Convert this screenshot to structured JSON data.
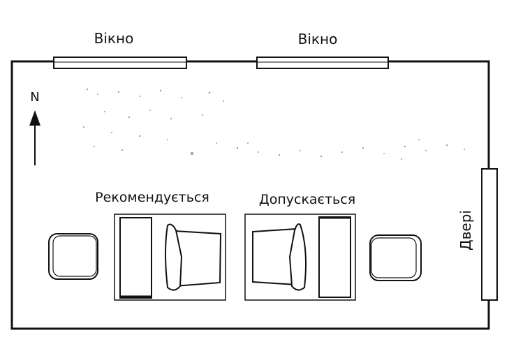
{
  "labels": {
    "window_left": "Вікно",
    "window_right": "Вікно",
    "north": "N",
    "door": "Двері",
    "recommended": "Рекомендується",
    "allowed": "Допускається"
  },
  "colors": {
    "line": "#111111",
    "background": "#ffffff",
    "speckle": "#9a9a9a"
  }
}
